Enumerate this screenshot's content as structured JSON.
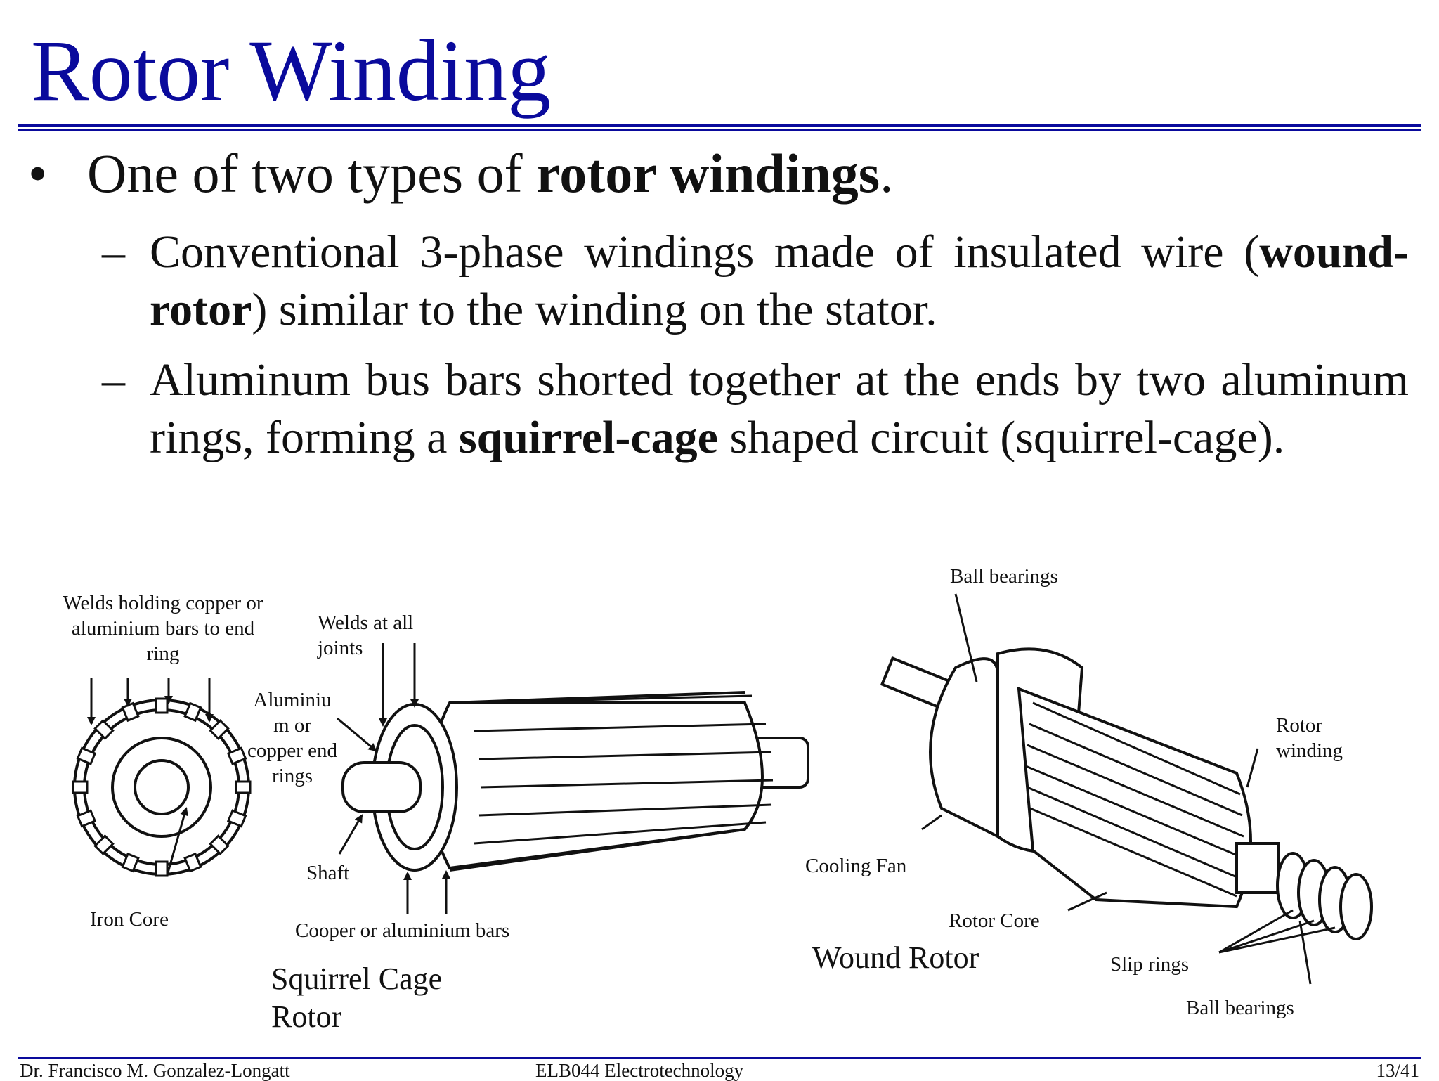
{
  "slide": {
    "title": "Rotor Winding",
    "bullet_main": {
      "prefix": "One of two types of ",
      "bold": "rotor windings",
      "suffix": "."
    },
    "sub1": {
      "prefix": "Conventional 3-phase windings made of insulated wire (",
      "bold": "wound-rotor",
      "suffix": ") similar to the winding on the stator."
    },
    "sub2": {
      "prefix": "Aluminum bus bars shorted together at the ends by two aluminum rings, forming a ",
      "bold": "squirrel-cage",
      "suffix": " shaped circuit (squirrel-cage)."
    }
  },
  "figure_left": {
    "welds_end_ring_1": "Welds holding copper or",
    "welds_end_ring_2": "aluminium bars to end",
    "welds_end_ring_3": "ring",
    "welds_joints_1": "Welds at all",
    "welds_joints_2": "joints",
    "end_rings_1": "Aluminiu",
    "end_rings_2": "m or",
    "end_rings_3": "copper end",
    "end_rings_4": "rings",
    "shaft": "Shaft",
    "iron_core": "Iron Core",
    "bars": "Cooper or aluminium bars",
    "caption_1": "Squirrel Cage",
    "caption_2": "Rotor"
  },
  "figure_right": {
    "ball_bearings_top": "Ball bearings",
    "rotor_winding_1": "Rotor",
    "rotor_winding_2": "winding",
    "cooling_fan": "Cooling Fan",
    "rotor_core": "Rotor Core",
    "caption": "Wound  Rotor",
    "slip_rings": "Slip rings",
    "ball_bearings_bottom": "Ball bearings"
  },
  "footer": {
    "author": "Dr. Francisco M. Gonzalez-Longatt",
    "course": "ELB044 Electrotechnology",
    "page": "13/41"
  },
  "colors": {
    "accent": "#0a0a9c",
    "text": "#111111"
  }
}
